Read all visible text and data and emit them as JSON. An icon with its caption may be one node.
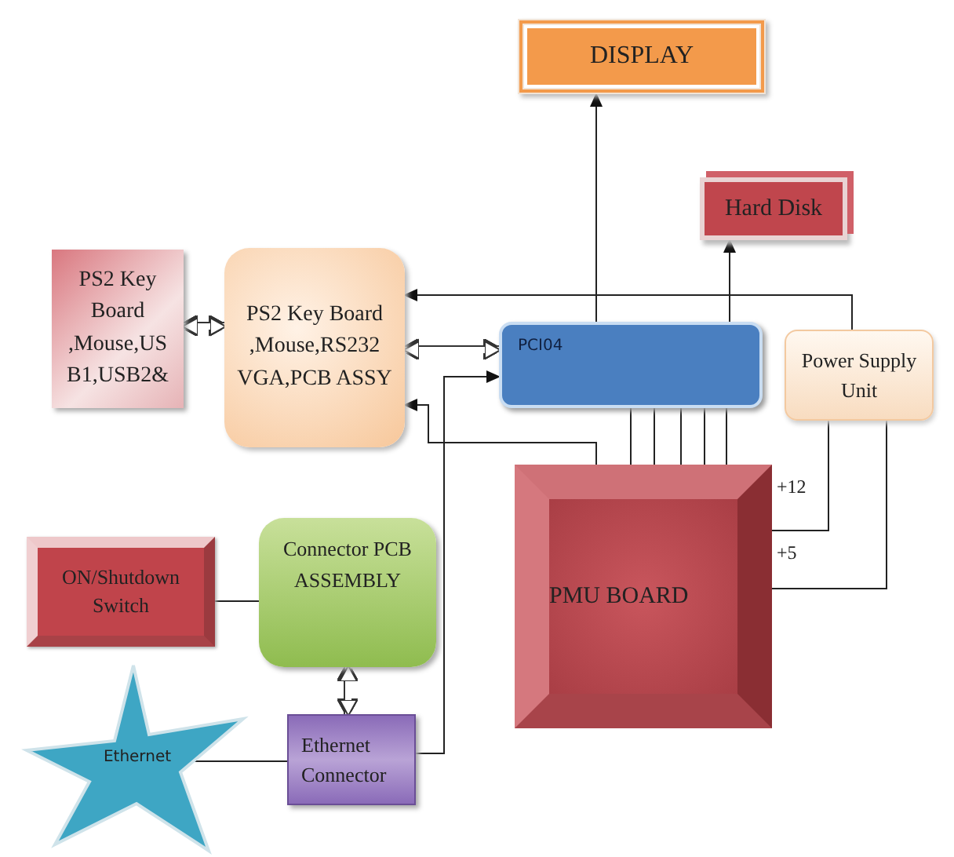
{
  "diagram": {
    "nodes": [
      {
        "text": [
          "DISPLAY"
        ]
      },
      {
        "text": [
          "Hard Disk"
        ]
      },
      {
        "text": [
          "PS2 Key Board ,Mouse,US B1,USB2&"
        ]
      },
      {
        "text": [
          "PS2 Key Board ,Mouse,RS232 VGA,PCB ASSY"
        ]
      },
      {
        "text": [
          "PCI04"
        ]
      },
      {
        "text": [
          "Power Supply Unit"
        ]
      },
      {
        "text": [
          "PMU BOARD"
        ]
      },
      {
        "text": [
          "ON/Shutdown Switch"
        ]
      },
      {
        "text": [
          "Connector PCB ASSEMBLY"
        ]
      },
      {
        "text": [
          "Ethernet"
        ]
      },
      {
        "text": [
          "Ethernet Connector"
        ]
      }
    ],
    "edges": [
      {
        "from": 4,
        "to": 0,
        "arrow": "to"
      },
      {
        "from": 4,
        "to": 1,
        "arrow": "to"
      },
      {
        "from": 5,
        "to": 3,
        "arrow": "to"
      },
      {
        "from": 2,
        "to": 3,
        "arrow": "both",
        "style": "thick",
        "color": "#ffffff"
      },
      {
        "from": 3,
        "to": 4,
        "arrow": "both",
        "style": "thick",
        "color": "#ffffff"
      },
      {
        "from": 6,
        "to": 3,
        "arrow": "to"
      },
      {
        "from": 6,
        "to": 4,
        "arrow": "none"
      },
      {
        "from": 6,
        "to": 4,
        "arrow": "none"
      },
      {
        "from": 6,
        "to": 4,
        "arrow": "none"
      },
      {
        "from": 6,
        "to": 4,
        "arrow": "none"
      },
      {
        "from": 6,
        "to": 4,
        "arrow": "none"
      },
      {
        "from": 10,
        "to": 4,
        "arrow": "to"
      },
      {
        "from": 5,
        "to": 6,
        "arrow": "none",
        "label": "+12"
      },
      {
        "from": 5,
        "to": 6,
        "arrow": "none",
        "label": "+5"
      },
      {
        "from": 7,
        "to": 8,
        "arrow": "none"
      },
      {
        "from": 8,
        "to": 10,
        "arrow": "both",
        "style": "thick",
        "color": "#ffffff"
      },
      {
        "from": 9,
        "to": 10,
        "arrow": "none"
      }
    ]
  }
}
